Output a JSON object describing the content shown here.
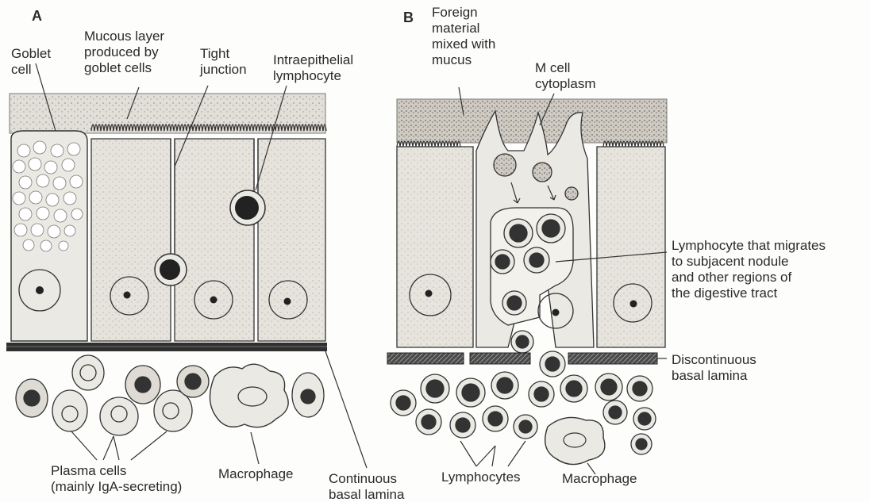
{
  "panel_a": {
    "letter": "A",
    "goblet_cell": "Goblet\ncell",
    "mucous_layer": "Mucous layer\nproduced by\ngoblet cells",
    "tight_junction": "Tight\njunction",
    "intraepithelial_lymphocyte": "Intraepithelial\nlymphocyte",
    "plasma_cells": "Plasma cells\n(mainly IgA-secreting)",
    "macrophage": "Macrophage",
    "continuous_basal_lamina": "Continuous\nbasal lamina"
  },
  "panel_b": {
    "letter": "B",
    "foreign_material": "Foreign\nmaterial\nmixed with\nmucus",
    "m_cell_cytoplasm": "M cell\ncytoplasm",
    "migrating_lymphocyte": "Lymphocyte that migrates\nto subjacent nodule\nand other regions of\nthe digestive tract",
    "discontinuous_basal_lamina": "Discontinuous\nbasal lamina",
    "lymphocytes": "Lymphocytes",
    "macrophage": "Macrophage"
  },
  "colors": {
    "ink": "#2a2a2a",
    "cell_fill": "#e9e7e1",
    "mucus_fill": "#d9d6cf",
    "lamina": "#3a3a3a"
  }
}
